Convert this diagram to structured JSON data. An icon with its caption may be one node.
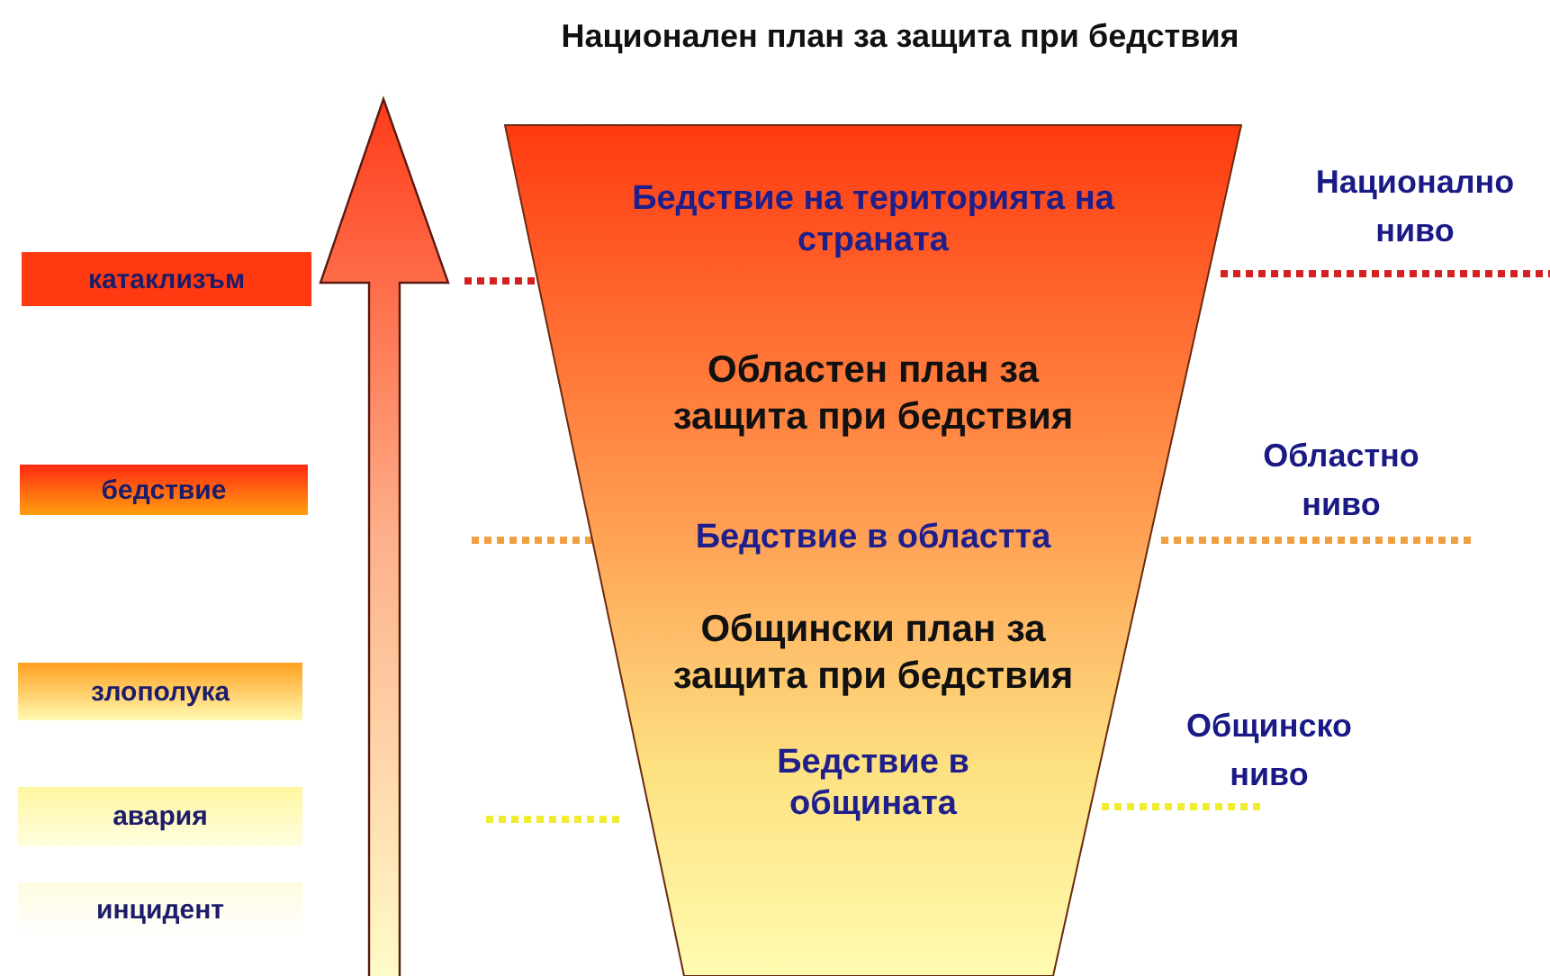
{
  "diagram": {
    "title": "Национален план за защита при бедствия",
    "nodes": [
      {
        "text": [
          "катаклизъм"
        ]
      },
      {
        "text": [
          "бедствие"
        ]
      },
      {
        "text": [
          "злополука"
        ]
      },
      {
        "text": [
          "авария"
        ]
      },
      {
        "text": [
          "инцидент"
        ]
      },
      {
        "text": [
          "Бедствие на територията на страната",
          "Областен план за защита при бедствия",
          "Бедствие в областта",
          "Общински план за защита при бедствия",
          "Бедствие в общината"
        ]
      }
    ],
    "labels": [
      "Национално ниво",
      "Областно ниво",
      "Общинско ниво"
    ]
  }
}
